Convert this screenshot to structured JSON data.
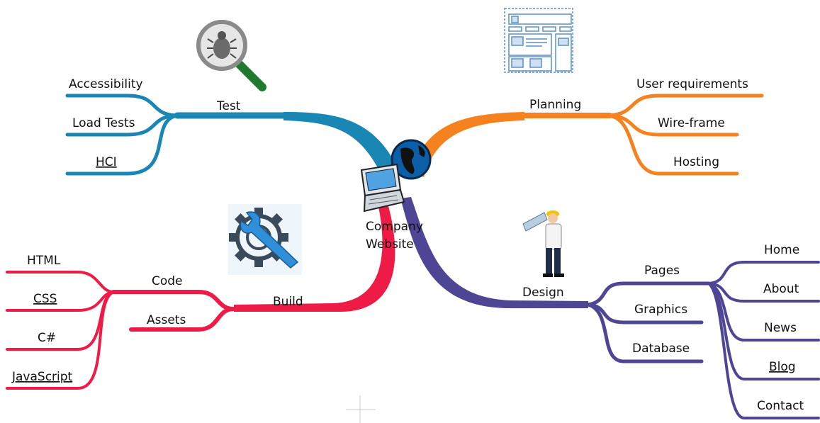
{
  "center": {
    "line1": "Company",
    "line2": "Website"
  },
  "branches": {
    "test": {
      "label": "Test",
      "color": "#1a86b4",
      "children": [
        "Accessibility",
        "Load Tests",
        "HCI"
      ]
    },
    "planning": {
      "label": "Planning",
      "color": "#f5821f",
      "children": [
        "User requirements",
        "Wire-frame",
        "Hosting"
      ]
    },
    "build": {
      "label": "Build",
      "color": "#ee1b46",
      "code": {
        "label": "Code",
        "children": [
          "HTML",
          "CSS",
          "C#",
          "JavaScript"
        ]
      },
      "assets": {
        "label": "Assets"
      }
    },
    "design": {
      "label": "Design",
      "color": "#4e4595",
      "pages": {
        "label": "Pages",
        "children": [
          "Home",
          "About",
          "News",
          "Blog",
          "Contact"
        ]
      },
      "graphics": {
        "label": "Graphics"
      },
      "database": {
        "label": "Database"
      }
    }
  },
  "icons": {
    "test": "magnifier-bug-icon",
    "planning": "wireframe-blueprint-icon",
    "build": "gear-wrench-icon",
    "design": "architect-person-icon",
    "center": "laptop-globe-icon"
  }
}
